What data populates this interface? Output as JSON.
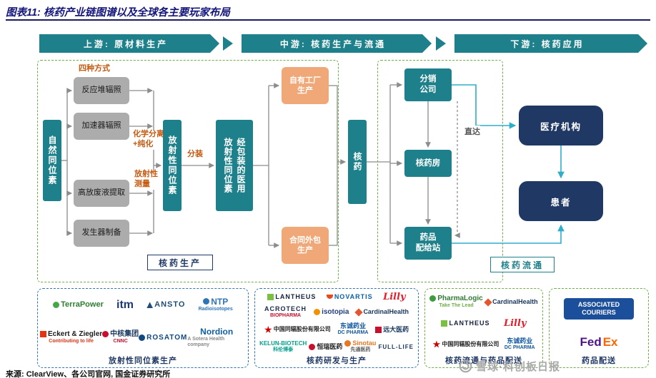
{
  "figure": {
    "title": "图表11: 核药产业链图谱以及全球各主要玩家布局",
    "source": "来源: ClearView、各公司官网, 国金证券研究所",
    "watermark": "雪球·科创板日报"
  },
  "stages": {
    "upstream": "上游: 原材料生产",
    "midstream": "中游: 核药生产与流通",
    "downstream": "下游: 核药应用"
  },
  "upstream": {
    "methods_note": "四种方式",
    "natural_isotope": "自然同位素",
    "methods": [
      "反应堆辐照",
      "加速器辐照",
      "高放废液提取",
      "发生器制备"
    ],
    "purification_note": "化学分离+纯化",
    "measurement_note": "放射性测量",
    "radioisotope": "放射性同位素",
    "dispensing_note": "分装",
    "packaged_isotope": "经包装的医用\n放射性同位素",
    "own_factory": "自有工厂\n生产",
    "contract_manufacturing": "合同外包\n生产",
    "section_label": "核药生产"
  },
  "midstream": {
    "nuclear_drug": "核药",
    "distributor": "分销\n公司",
    "nuclear_pharmacy": "核药房",
    "dispensing_station": "药品\n配给站",
    "direct_note": "直达",
    "section_label": "核药流通"
  },
  "downstream": {
    "medical_institution": "医疗机构",
    "patient": "患者"
  },
  "colors": {
    "teal": "#1E808A",
    "navy_box": "#1F3864",
    "gray_box": "#ACACAC",
    "orange_box": "#F0A878",
    "orange_note": "#C55A11",
    "green_dashed": "#6FAE46",
    "blue_dashed": "#2E75B6",
    "cyan_arrow": "#2FAECB",
    "gray_arrow": "#8C8C8C"
  },
  "logo_panels": [
    {
      "label": "放射性同位素生产",
      "border": "#2E75B6",
      "rows": [
        [
          {
            "id": "terrapower",
            "icon": {
              "shape": "circle",
              "color": "#46A748"
            },
            "parts": [
              {
                "t": "TerraPower",
                "c": "#2F7D32",
                "fs": 11
              }
            ]
          },
          {
            "id": "itm",
            "parts": [
              {
                "t": "itm",
                "c": "#1F3B73",
                "fs": 16
              }
            ]
          },
          {
            "id": "ansto",
            "icon": {
              "shape": "triangle",
              "color": "#1F4E79"
            },
            "parts": [
              {
                "t": "ANSTO",
                "c": "#1F4E79",
                "fs": 11,
                "ls": 1
              }
            ]
          },
          {
            "id": "ntp",
            "icon": {
              "shape": "circle",
              "color": "#2E75B6"
            },
            "parts": [
              {
                "t": "NTP",
                "c": "#2E75B6",
                "fs": 12
              }
            ],
            "tagline": {
              "t": "Radioisotopes",
              "c": "#2E75B6"
            }
          }
        ],
        [
          {
            "id": "eckert-ziegler",
            "icon": {
              "shape": "square",
              "color": "#E63312"
            },
            "parts": [
              {
                "t": "Eckert & Ziegler",
                "c": "#1A1A1A",
                "fs": 10
              }
            ],
            "tagline": {
              "t": "Contributing to life",
              "c": "#E63312"
            }
          },
          {
            "id": "cnnc",
            "icon": {
              "shape": "circle",
              "color": "#C8102E"
            },
            "parts": [
              {
                "t": "中核集团",
                "c": "#17365D",
                "fs": 10
              }
            ],
            "tagline": {
              "t": "CNNC",
              "c": "#C8102E"
            }
          },
          {
            "id": "rosatom",
            "icon": {
              "shape": "circle",
              "color": "#11487F"
            },
            "parts": [
              {
                "t": "ROSATOM",
                "c": "#11487F",
                "fs": 10,
                "ls": 1
              }
            ]
          },
          {
            "id": "nordion",
            "parts": [
              {
                "t": "Nordion",
                "c": "#0E5FA4",
                "fs": 12
              }
            ],
            "tagline": {
              "t": "A Sotera Health company",
              "c": "#8A8A8A"
            }
          }
        ]
      ]
    },
    {
      "label": "核药研发与生产",
      "border": "#2E75B6",
      "rows": [
        [
          {
            "id": "lantheus",
            "icon": {
              "shape": "square",
              "color": "#7AC143"
            },
            "parts": [
              {
                "t": "LANTHEUS",
                "c": "#14213D",
                "fs": 9,
                "ls": 1
              }
            ]
          },
          {
            "id": "novartis",
            "icon": {
              "shape": "arc",
              "color": "#E74A21"
            },
            "parts": [
              {
                "t": "NOVARTIS",
                "c": "#0460A9",
                "fs": 9,
                "ls": 1
              }
            ]
          },
          {
            "id": "lilly",
            "parts": [
              {
                "t": "Lilly",
                "c": "#E01F2D",
                "fs": 13,
                "it": true,
                "serif": true
              }
            ]
          }
        ],
        [
          {
            "id": "acrotech",
            "parts": [
              {
                "t": "ACROTECH",
                "c": "#1B2A4A",
                "fs": 9,
                "ls": 1
              }
            ],
            "tagline": {
              "t": "BIOPHARMA",
              "c": "#C8102E"
            }
          },
          {
            "id": "isotopia",
            "icon": {
              "shape": "circle",
              "color": "#F39200"
            },
            "parts": [
              {
                "t": "isotopia",
                "c": "#233E7D",
                "fs": 10
              }
            ]
          },
          {
            "id": "cardinal-health",
            "icon": {
              "shape": "diamond",
              "color": "#E4572E"
            },
            "parts": [
              {
                "t": "CardinalHealth",
                "c": "#17365D",
                "fs": 9
              }
            ]
          }
        ],
        [
          {
            "id": "china-isotope",
            "icon": {
              "shape": "burst",
              "color": "#CC0000"
            },
            "parts": [
              {
                "t": "中国同辐股份有限公司",
                "c": "#222222",
                "fs": 8
              }
            ]
          },
          {
            "id": "dongcheng-pharma",
            "parts": [
              {
                "t": "东诚药业",
                "c": "#1057A0",
                "fs": 9
              }
            ],
            "tagline": {
              "t": "DC PHARMA",
              "c": "#1057A0"
            }
          },
          {
            "id": "grand-pharma",
            "icon": {
              "shape": "square",
              "color": "#C8102E"
            },
            "parts": [
              {
                "t": "远大医药",
                "c": "#17365D",
                "fs": 9
              }
            ]
          }
        ],
        [
          {
            "id": "kelun-biotech",
            "parts": [
              {
                "t": "KELUN-BIOTECH",
                "c": "#00A08C",
                "fs": 8
              }
            ],
            "tagline": {
              "t": "科伦博泰",
              "c": "#00A08C"
            }
          },
          {
            "id": "hengrui",
            "icon": {
              "shape": "circle",
              "color": "#C8102E"
            },
            "parts": [
              {
                "t": "恒瑞医药",
                "c": "#222222",
                "fs": 9
              }
            ]
          },
          {
            "id": "sinotau",
            "icon": {
              "shape": "circle",
              "color": "#E87722"
            },
            "parts": [
              {
                "t": "Sinotau",
                "c": "#E87722",
                "fs": 9
              }
            ],
            "tagline": {
              "t": "先通医药",
              "c": "#555555"
            }
          },
          {
            "id": "full-life",
            "parts": [
              {
                "t": "FULL-LIFE",
                "c": "#15355E",
                "fs": 8,
                "ls": 1
              }
            ]
          }
        ]
      ]
    },
    {
      "label": "核药流通与药品配送",
      "border": "#6FAE46",
      "rows": [
        [
          {
            "id": "pharmalogic",
            "icon": {
              "shape": "circle",
              "color": "#3E9B3E"
            },
            "parts": [
              {
                "t": "PharmaLogic",
                "c": "#2E7D32",
                "fs": 10
              }
            ],
            "tagline": {
              "t": "Take The Lead",
              "c": "#6FAE46"
            }
          },
          {
            "id": "cardinal-health",
            "icon": {
              "shape": "diamond",
              "color": "#E4572E"
            },
            "parts": [
              {
                "t": "CardinalHealth",
                "c": "#17365D",
                "fs": 9
              }
            ]
          }
        ],
        [
          {
            "id": "lantheus",
            "icon": {
              "shape": "square",
              "color": "#7AC143"
            },
            "parts": [
              {
                "t": "LANTHEUS",
                "c": "#14213D",
                "fs": 9,
                "ls": 1
              }
            ]
          },
          {
            "id": "lilly",
            "parts": [
              {
                "t": "Lilly",
                "c": "#E01F2D",
                "fs": 13,
                "it": true,
                "serif": true
              }
            ]
          }
        ],
        [
          {
            "id": "china-isotope",
            "icon": {
              "shape": "burst",
              "color": "#CC0000"
            },
            "parts": [
              {
                "t": "中国同辐股份有限公司",
                "c": "#222222",
                "fs": 8
              }
            ]
          },
          {
            "id": "dongcheng-pharma",
            "parts": [
              {
                "t": "东诚药业",
                "c": "#1057A0",
                "fs": 9
              }
            ],
            "tagline": {
              "t": "DC PHARMA",
              "c": "#1057A0"
            }
          }
        ]
      ]
    },
    {
      "label": "药品配送",
      "border": "#6FAE46",
      "rows": [
        [
          {
            "id": "associated-couriers",
            "badge": {
              "bg": "#1B4F9C",
              "c": "#FFFFFF"
            },
            "parts": [
              {
                "t": "ASSOCIATED COURIERS",
                "c": "#FFFFFF",
                "fs": 9
              }
            ]
          }
        ],
        [
          {
            "id": "fedex",
            "parts": [
              {
                "t": "Fed",
                "c": "#4D148C",
                "fs": 17
              },
              {
                "t": "Ex",
                "c": "#FF6600",
                "fs": 17
              }
            ]
          }
        ]
      ]
    }
  ]
}
